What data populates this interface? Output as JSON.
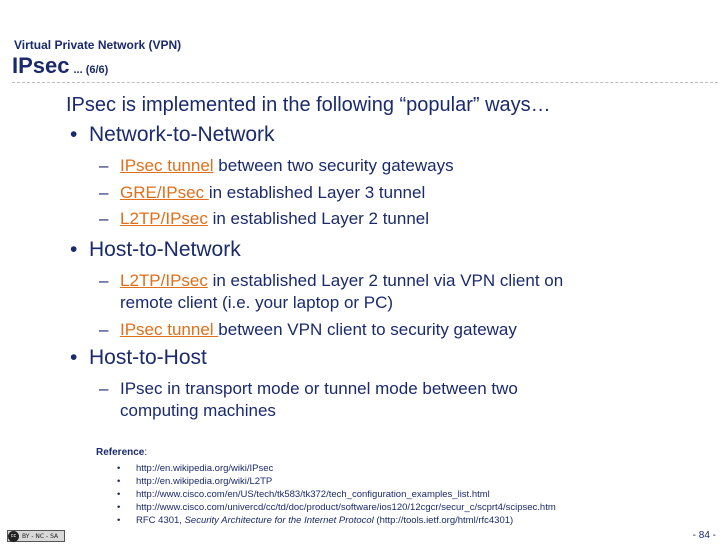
{
  "header": {
    "subtitle": "Virtual Private Network (VPN)",
    "title": "IPsec",
    "title_suffix": "... (6/6)"
  },
  "intro": "IPsec is implemented in the following “popular” ways…",
  "sections": [
    {
      "label": "Network-to-Network",
      "items": [
        {
          "link": "IPsec tunnel",
          "text": " between two security gateways"
        },
        {
          "link": "GRE/IPsec ",
          "text": "in established Layer 3 tunnel"
        },
        {
          "link": "L2TP/IPsec",
          "text": " in established Layer 2 tunnel"
        }
      ]
    },
    {
      "label": "Host-to-Network",
      "items": [
        {
          "link": "L2TP/IPsec",
          "text": " in established Layer 2 tunnel via VPN client on",
          "text2": "remote client (i.e. your laptop or PC)"
        },
        {
          "link": "IPsec tunnel ",
          "text": "between VPN client to security gateway"
        }
      ]
    },
    {
      "label": "Host-to-Host",
      "items": [
        {
          "text": "IPsec in transport mode or tunnel mode between two",
          "text2": "computing machines"
        }
      ]
    }
  ],
  "reference": {
    "label": "Reference",
    "items": [
      "http://en.wikipedia.org/wiki/IPsec",
      "http://en.wikipedia.org/wiki/L2TP",
      "http://www.cisco.com/en/US/tech/tk583/tk372/tech_configuration_examples_list.html",
      "http://www.cisco.com/univercd/cc/td/doc/product/software/ios120/12cgcr/secur_c/scprt4/scipsec.htm"
    ],
    "rfc": {
      "prefix": "RFC 4301, ",
      "title": "Security Architecture for the Internet Protocol",
      "suffix": " (http://tools.ietf.org/html/rfc4301)"
    }
  },
  "footer": {
    "license": "BY - NC - SA",
    "cc": "cc",
    "page_number": "- 84 -"
  },
  "colors": {
    "text": "#1a2a6c",
    "link": "#e06f1c"
  }
}
